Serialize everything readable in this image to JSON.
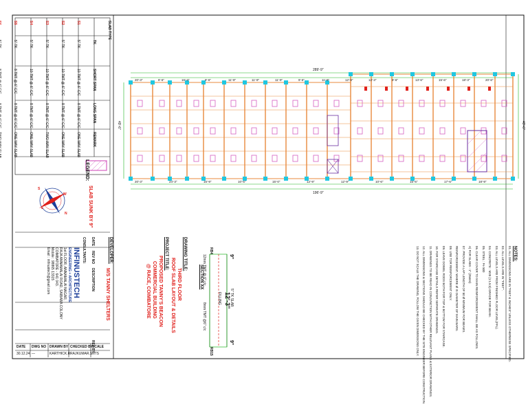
{
  "colors": {
    "accent_red": "#e0201c",
    "brand_blue": "#1d3f9a",
    "beam_orange": "#e8893c",
    "dim_green": "#1fb51f",
    "slab_pink": "#d65fc0",
    "hatch_purple": "#6a2ea0",
    "column_cyan": "#20c7e0"
  },
  "slab_table": {
    "headers": [
      "SLAB TYPE",
      "TK",
      "SHORT SPAN",
      "LONG SPAN",
      "REMARK"
    ],
    "rows": [
      {
        "type": "S1",
        "tk": "5\" TK",
        "short": "10 TMT @ 6\" C/C",
        "long": "8 TMT @ 6\" C/C",
        "remark": "ONE WAY SLAB"
      },
      {
        "type": "S2",
        "tk": "5\" TK",
        "short": "10 TMT @ 6\" C/C",
        "long": "8 TMT @ 6\" C/C",
        "remark": "ONE WAY SLAB"
      },
      {
        "type": "S3",
        "tk": "5\" TK",
        "short": "10 TMT @ 6\" C/C",
        "long": "8 TMT @ 6\" C/C",
        "remark": "TWO WAY SLAB"
      },
      {
        "type": "S4",
        "tk": "5\" TK",
        "short": "10 TMT @ 6\" C/C",
        "long": "8 TMT @ 6\" C/C",
        "remark": "ONE WAY SLAB"
      },
      {
        "type": "S5",
        "tk": "5\" TK",
        "short": "8 TMT @ 6\" C/C",
        "long": "8 TMT @ 6\" C/C",
        "remark": "ONE WAY SLAB"
      },
      {
        "type": "S6",
        "tk": "5\" TK",
        "short": "8 TMT @ 6\" C/C",
        "long": "8 TMT @ 6\" C/C",
        "remark": "TWO WAY SLAB"
      }
    ]
  },
  "legend": {
    "title": "LEGEND:",
    "item": "SLAB SUNK BY 9\""
  },
  "compass": {
    "n": "N",
    "s": "S",
    "e": "E",
    "w": "W"
  },
  "notes": {
    "title": "NOTES:",
    "items": [
      "01. ALL DIMENSIONS ARE IN \"FEET & INCHES\" UNLESS OTHERWISE SPECIFIED.",
      "02. ALL LEVELS ARE IN \"FEET\".",
      "03. ALL LEVELS ARE FROM FINISHED FLOOR LEVEL(FFL).",
      "04. CONCRETE : M20 (1:1.5:3) GRADE FOR BEAM.",
      "05. STEEL : Fe 500",
      "06. CLEAR COVER TO MAIN REINFORCEMENT SHALL BE AS FOLLOWS.",
      "   A) FOR SLABS - 1\" (25mm)",
      "07. PROVIDE A LAP LENGTH OF 50 Ø MINIMUM FOR BEAMS.",
      "   REINFORCEMENT. WHERE Ø IS DIAMETER OF MAIN BARS.",
      "08. USE TOR REINFORCEMENT ONLY.",
      "09. LEAVE DOWEL RODS BOTH FOR TOP & BOTTOM FOR STAIRCASE.",
      "10. FOR STAIRCASE DETAILS REFER SEPARATE DRAWINGS.",
      "11. DRAWINGS TO BE READ IN CONJUNCTION WITH OTHER RELEVANT PLANS & EXTERIOR DRAWINGS.",
      "12. ALL DIMENSIONS & SECTIONS SHOULD BE CHECKED BY THE SITE ENGINEER BEFORE CONSTRUCTION.",
      "13. DO NOT SCALE THE DRAWING, FOLLOW THE GIVEN DIMENSIONS ONLY."
    ]
  },
  "section": {
    "title": "SECTION XX",
    "slab_label": "5\" TK SLAB",
    "span": "12'-3\"",
    "top_dim": "9\"",
    "bottom_dim": "9\"",
    "filling": "FILLING",
    "left_bar": "12mm TMT @ 6\" c/c",
    "right_bar": "8mm TMT @6\" c/c",
    "rb_left": "RB4",
    "rb_right": "RB15"
  },
  "drawing_title": {
    "label": "DRAWING TITLE:",
    "line1": "THIRD FLOOR",
    "line2": "ROOF SLAB LAYOUT & DETAILS"
  },
  "project_title": {
    "label": "PROJECT TITLE:",
    "line1": "PROPOSED TANNY'S BEACON",
    "line2": "COMMERCIAL BUILDING",
    "line3": "@ RACE, COIMBATORE"
  },
  "developer": {
    "label": "DEVELOPER:",
    "name": "M/S TANNY SHELTERS"
  },
  "revision": {
    "date": "DATE",
    "rev_no": "REV NO",
    "description": "DESCRIPTION",
    "rev_by": "REV BY"
  },
  "consultant": {
    "label": "CONSULTANTS:",
    "name": "INFINUSTECH",
    "tagline": "ENGINEERING + ARCHITECTURE",
    "addr1": "1st FLOOR, ANNAMALAI NAGAR,",
    "addr2": "RAJA ANNAMALAI ROAD, SAIBABA COLONY",
    "addr3": "COIMBATORE - 641 043.",
    "mobile": "Mobile : 98865 13315",
    "email": "Email : infinustech@gmail.com"
  },
  "title_block": {
    "headers": [
      "DATE",
      "DWG NO",
      "DRAWN BY",
      "CHECKED BY",
      "SCALE"
    ],
    "values": [
      "30.12.24",
      "—",
      "KARTHICK.R",
      "RAJKUMAR.S",
      "NTS"
    ]
  },
  "plan_dims": {
    "overall_top": "289'-9\"",
    "overall_bottom": "196'-9\"",
    "left_side": "49'-6\"",
    "right_side": "49'-6\"",
    "top_spans": [
      "20'-3\"",
      "8'-6\"",
      "16'-3\"",
      "9'-6\"",
      "11'-9\"",
      "11'-9\"",
      "11'-9\"",
      "9'-6\"",
      "11'-9\"",
      "12'-9\"",
      "12'-3\"",
      "9'-6\"",
      "13'-6\"",
      "15'-6\"",
      "18'-3\"",
      "20'-6\""
    ],
    "bottom_spans": [
      "20'-3\"",
      "24'-3\"",
      "16'-9\"",
      "10'-6\"",
      "15'-0\"",
      "12'-9\"",
      "12'-9\"",
      "10'-6\"",
      "15'-6\"",
      "17'-6\"",
      "18'-9\""
    ]
  }
}
